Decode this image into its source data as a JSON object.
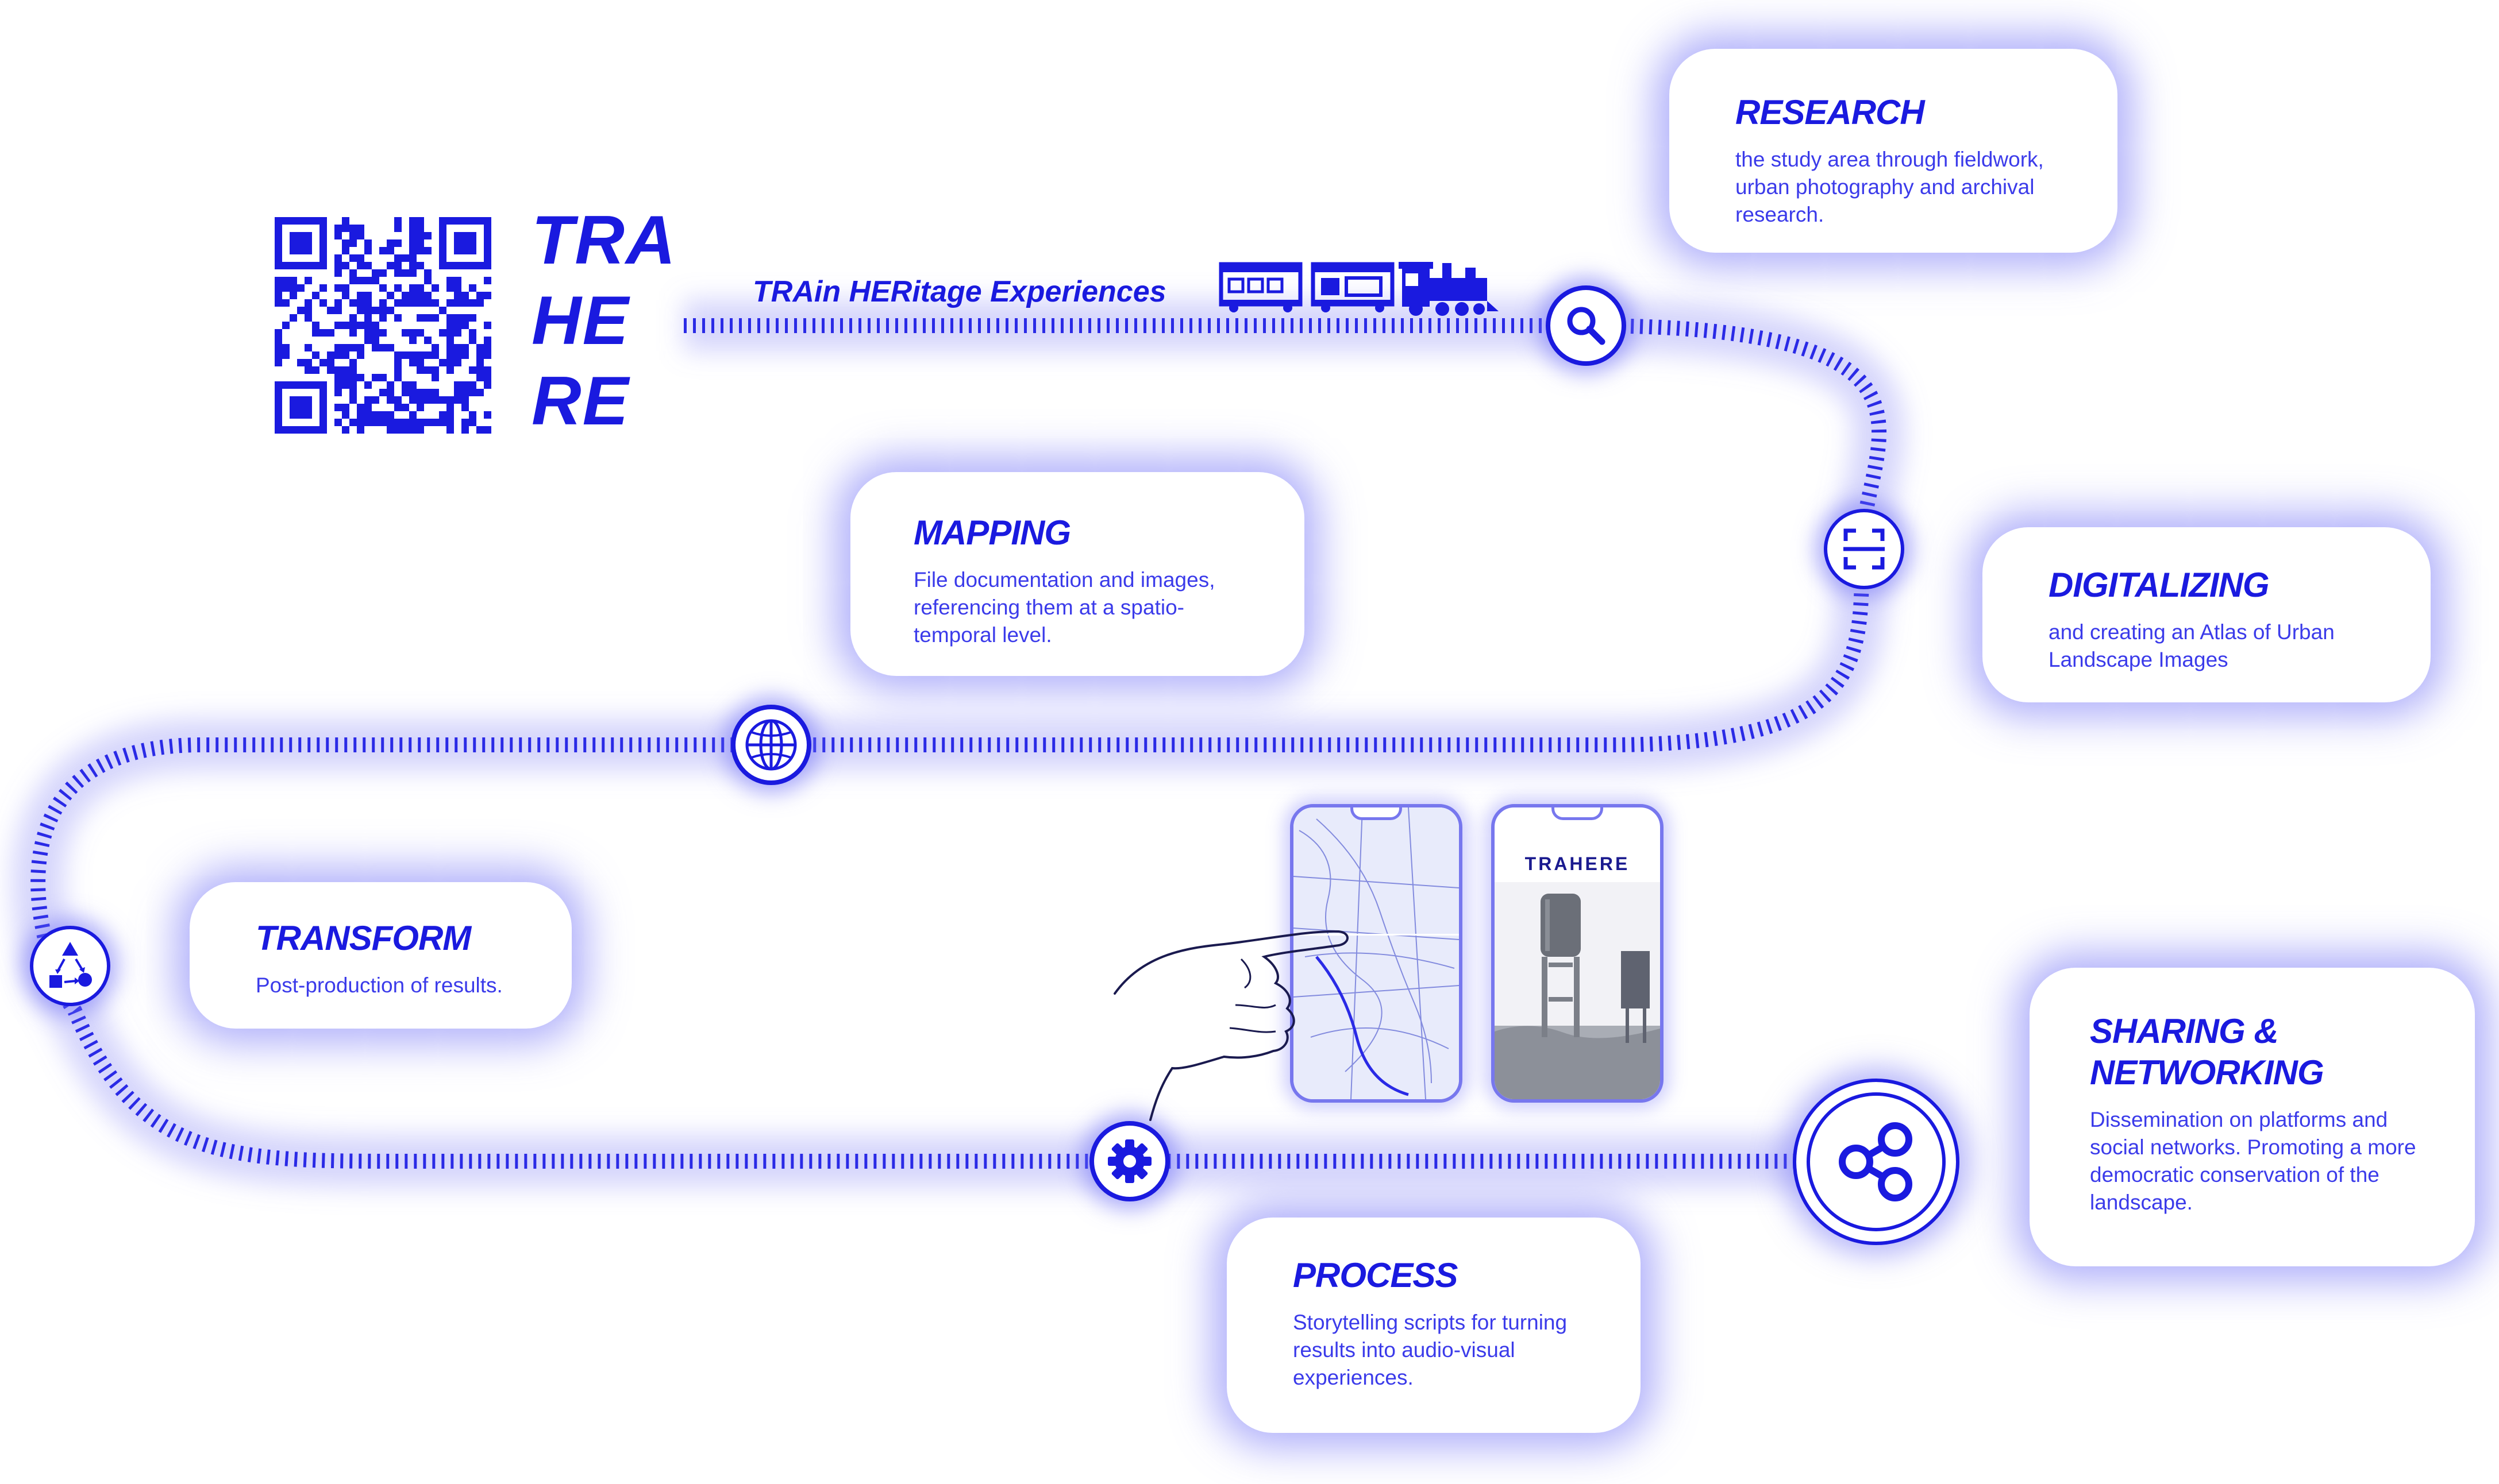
{
  "brand": {
    "lines": [
      "TRA",
      "HE",
      "RE"
    ],
    "subtitle": "TRAin HERitage Experiences",
    "qr_code": "qr-code"
  },
  "colors": {
    "accent": "#1a1adf",
    "glow": "#8a8af5",
    "background": "#ffffff"
  },
  "steps": [
    {
      "title": "RESEARCH",
      "text": "the study area through fieldwork, urban photography and archival research.",
      "icon": "search-icon"
    },
    {
      "title": "DIGITALIZING",
      "text": "and creating an Atlas of Urban Landscape Images",
      "icon": "scan-icon"
    },
    {
      "title": "MAPPING",
      "text": "File documentation and images, referencing them at a spatio-temporal level.",
      "icon": "globe-icon"
    },
    {
      "title": "TRANSFORM",
      "text": "Post-production of results.",
      "icon": "network-shapes-icon"
    },
    {
      "title": "PROCESS",
      "text": "Storytelling scripts for turning results into audio-visual experiences.",
      "icon": "gear-icon"
    },
    {
      "title": "SHARING & NETWORKING",
      "text": "Dissemination on platforms and social networks. Promoting a more democratic conservation of the landscape.",
      "icon": "share-icon"
    }
  ],
  "phone": {
    "title": "TRAHERE"
  }
}
